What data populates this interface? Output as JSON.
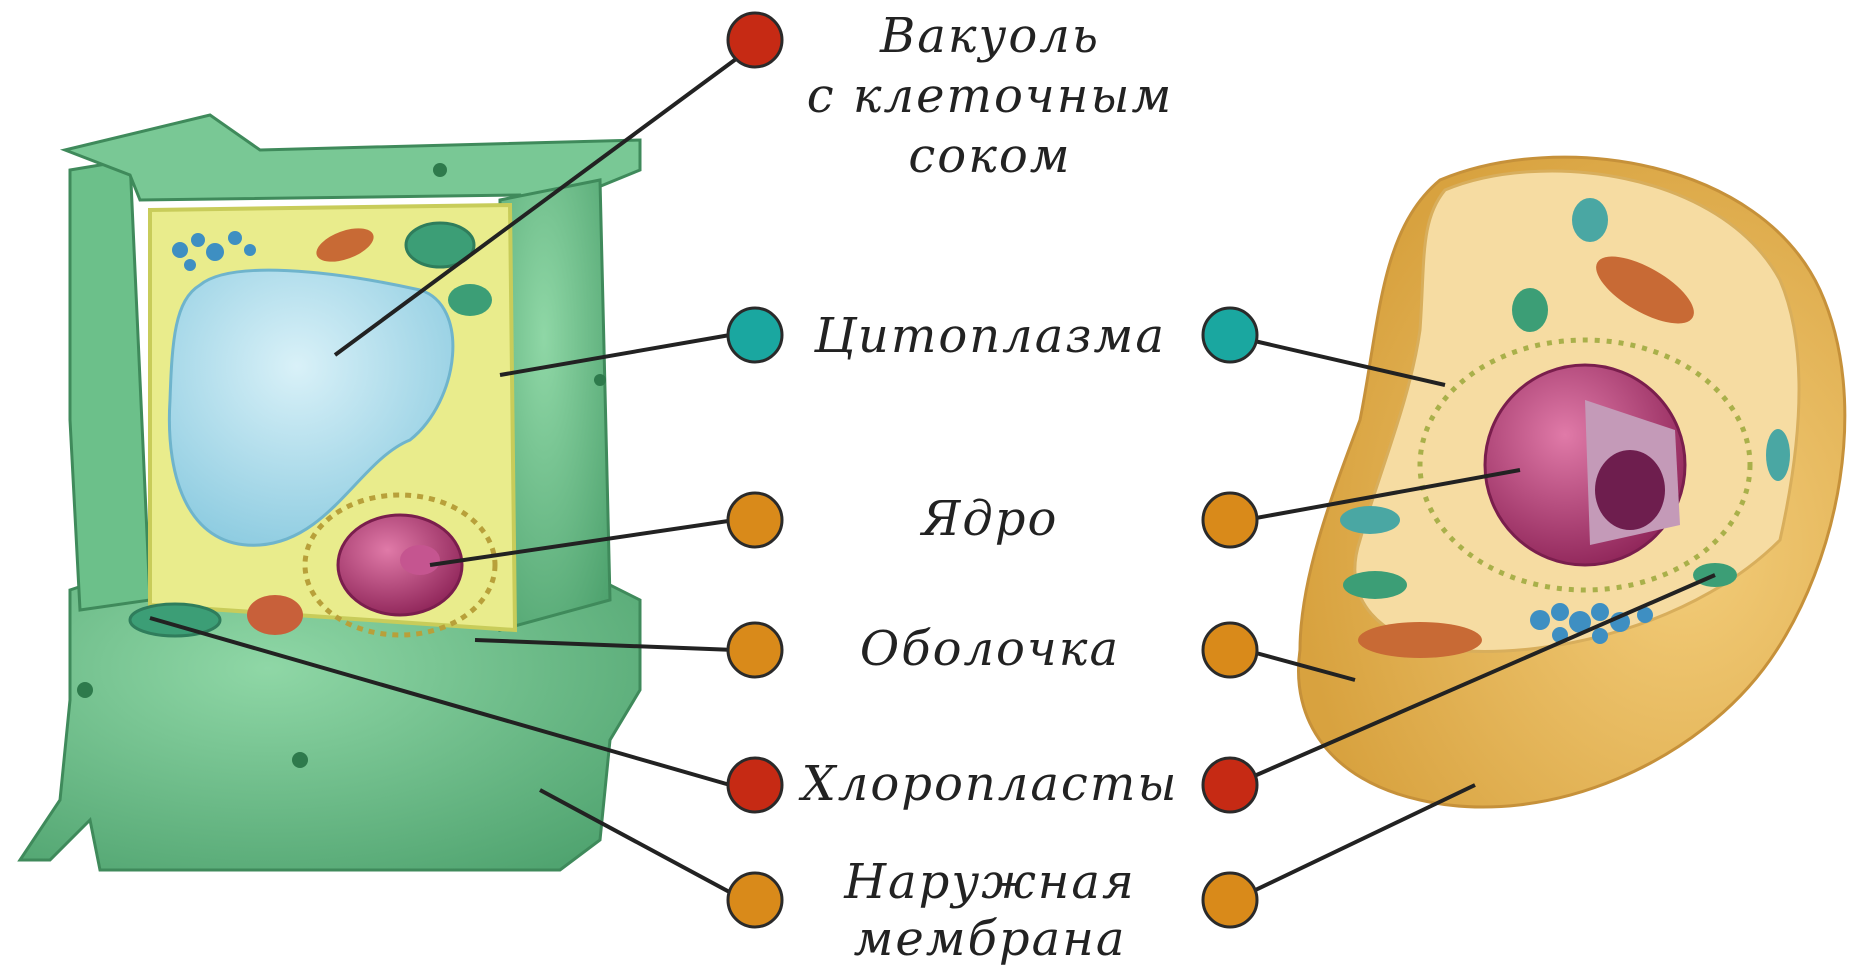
{
  "labels": {
    "vacuole": [
      "Вакуоль",
      "с клеточным",
      "соком"
    ],
    "cytoplasm": "Цитоплазма",
    "nucleus": "Ядро",
    "cell_wall": "Оболочка",
    "chloroplasts": "Хлоропласты",
    "outer_membrane": [
      "Наружная",
      "мембрана"
    ]
  },
  "marker_colors": {
    "vacuole": "#c62a14",
    "cytoplasm": "#1aa7a0",
    "nucleus": "#d98a1a",
    "cell_wall": "#d98a1a",
    "chloroplasts": "#c62a14",
    "outer_membrane": "#d98a1a"
  },
  "colors": {
    "plant_wall": "#6cc08a",
    "plant_wall_dark": "#4fa36f",
    "plant_cytoplasm": "#e9ec8c",
    "vacuole": "#a9dcea",
    "nucleus": "#b0386e",
    "animal_body": "#f2cf86",
    "animal_cytoplasm": "#f6dca2",
    "animal_shell": "#e9bd5f"
  }
}
